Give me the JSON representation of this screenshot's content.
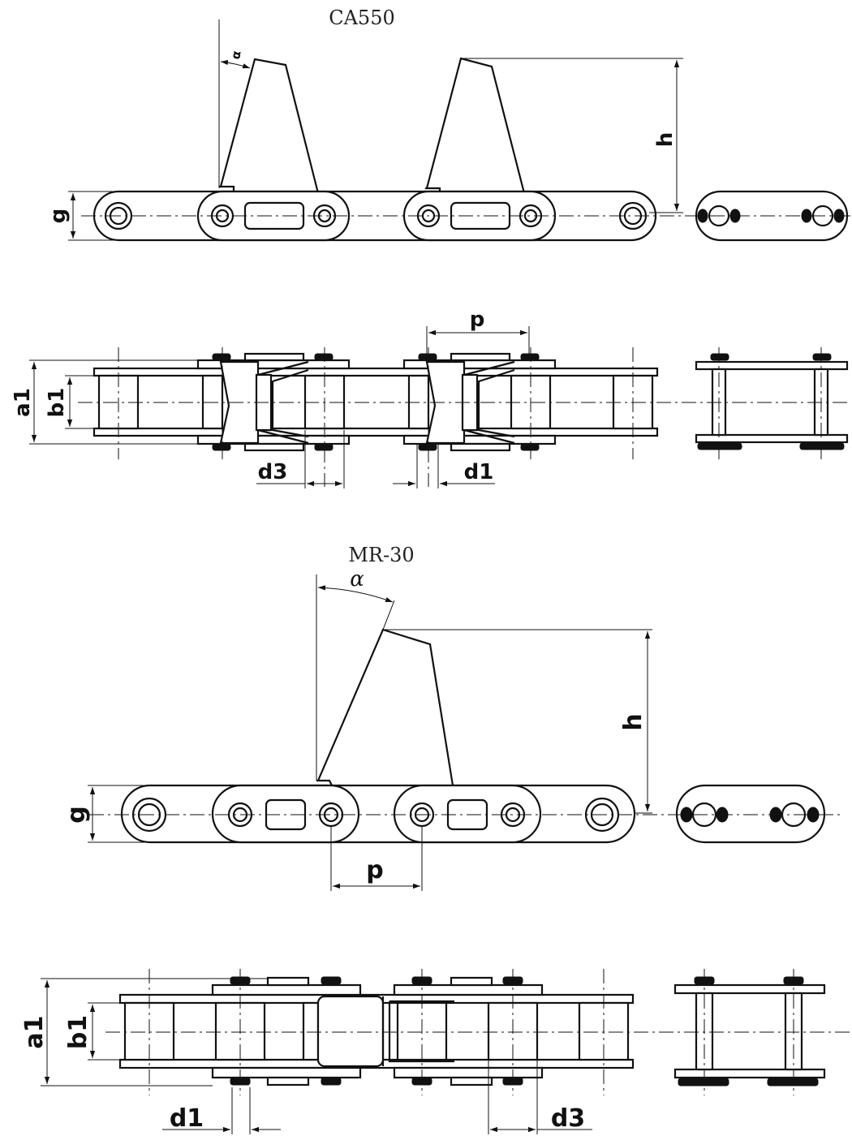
{
  "titles": {
    "top": "CA550",
    "bottom": "MR-30"
  },
  "labels": {
    "alpha": "α",
    "h": "h",
    "g": "g",
    "p": "p",
    "a1": "a1",
    "b1": "b1",
    "d1": "d1",
    "d3": "d3"
  },
  "colors": {
    "line": "#111111",
    "background": "#ffffff"
  }
}
